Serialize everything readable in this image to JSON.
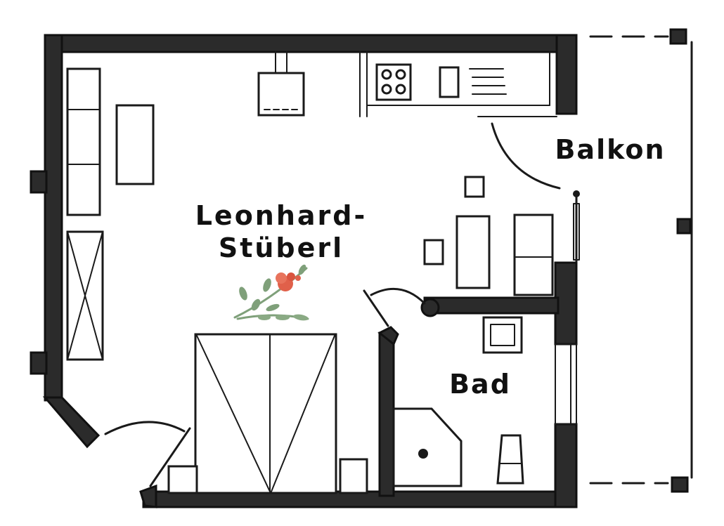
{
  "rooms": {
    "main": {
      "line1": "Leonhard-",
      "line2": "Stüberl"
    },
    "bath": {
      "label": "Bad"
    },
    "balcony": {
      "label": "Balkon"
    }
  },
  "colors": {
    "wall": "#2b2b2b",
    "line": "#1a1a1a",
    "flower": "#e0604a",
    "leaf": "#7fa07a"
  },
  "icons": [
    "flower-icon"
  ]
}
